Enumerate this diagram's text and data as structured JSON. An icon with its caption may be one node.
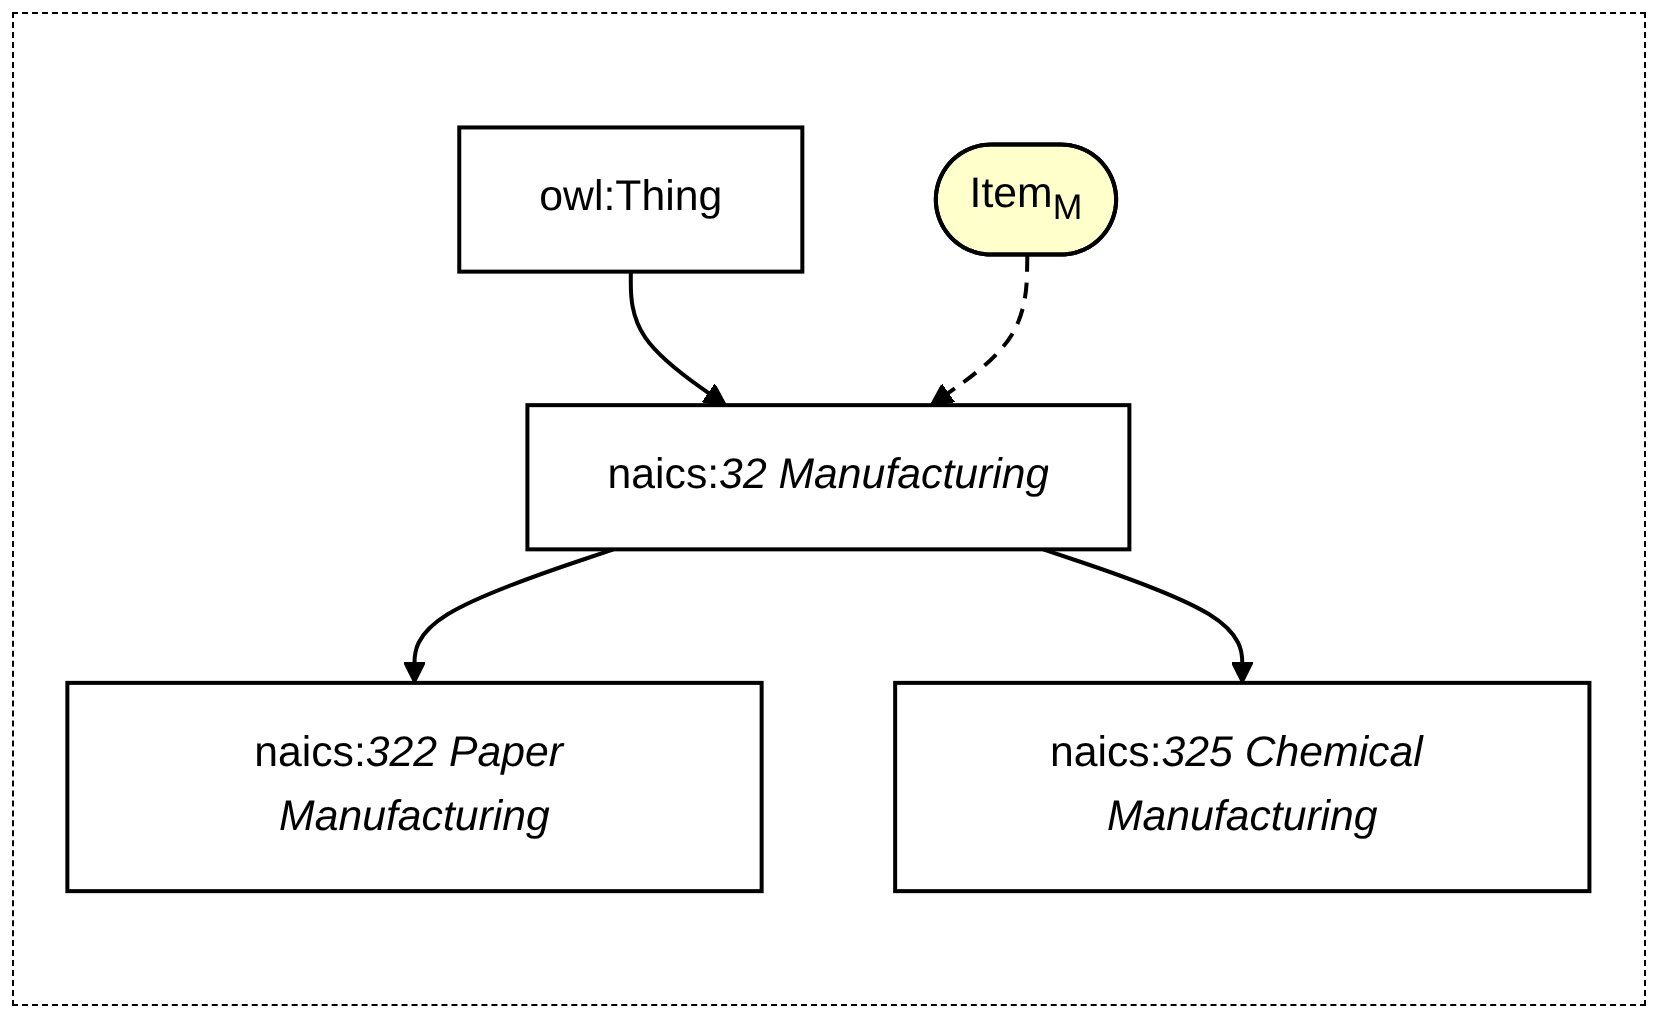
{
  "diagram": {
    "nodes": [
      {
        "text": [
          "owl:Thing"
        ]
      },
      {
        "text": [
          "Item$_{M}$"
        ]
      },
      {
        "text": [
          "naics:*32 Manufacturing*"
        ]
      },
      {
        "text": [
          "naics:*322 Paper Manufacturing*"
        ]
      },
      {
        "text": [
          "naics:*325 Chemical Manufacturing*"
        ]
      }
    ],
    "edges": [
      {
        "from": 0,
        "to": 2,
        "arrow": "to"
      },
      {
        "from": 1,
        "to": 2,
        "arrow": "to",
        "style": "dashed"
      },
      {
        "from": 2,
        "to": 3,
        "arrow": "to"
      },
      {
        "from": 2,
        "to": 4,
        "arrow": "to"
      }
    ]
  }
}
